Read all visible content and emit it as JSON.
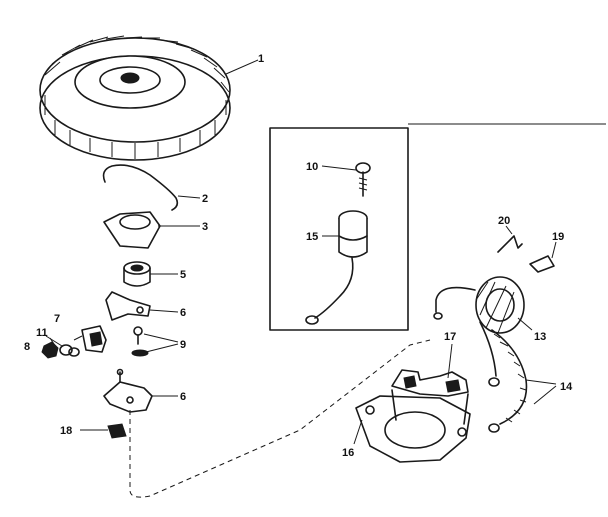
{
  "callouts": {
    "c1": "1",
    "c2": "2",
    "c3": "3",
    "c5": "5",
    "c6a": "6",
    "c6b": "6",
    "c7": "7",
    "c8": "8",
    "c9": "9",
    "c10": "10",
    "c11": "11",
    "c13": "13",
    "c14": "14",
    "c15": "15",
    "c16": "16",
    "c17": "17",
    "c18": "18",
    "c19": "19",
    "c20": "20"
  }
}
